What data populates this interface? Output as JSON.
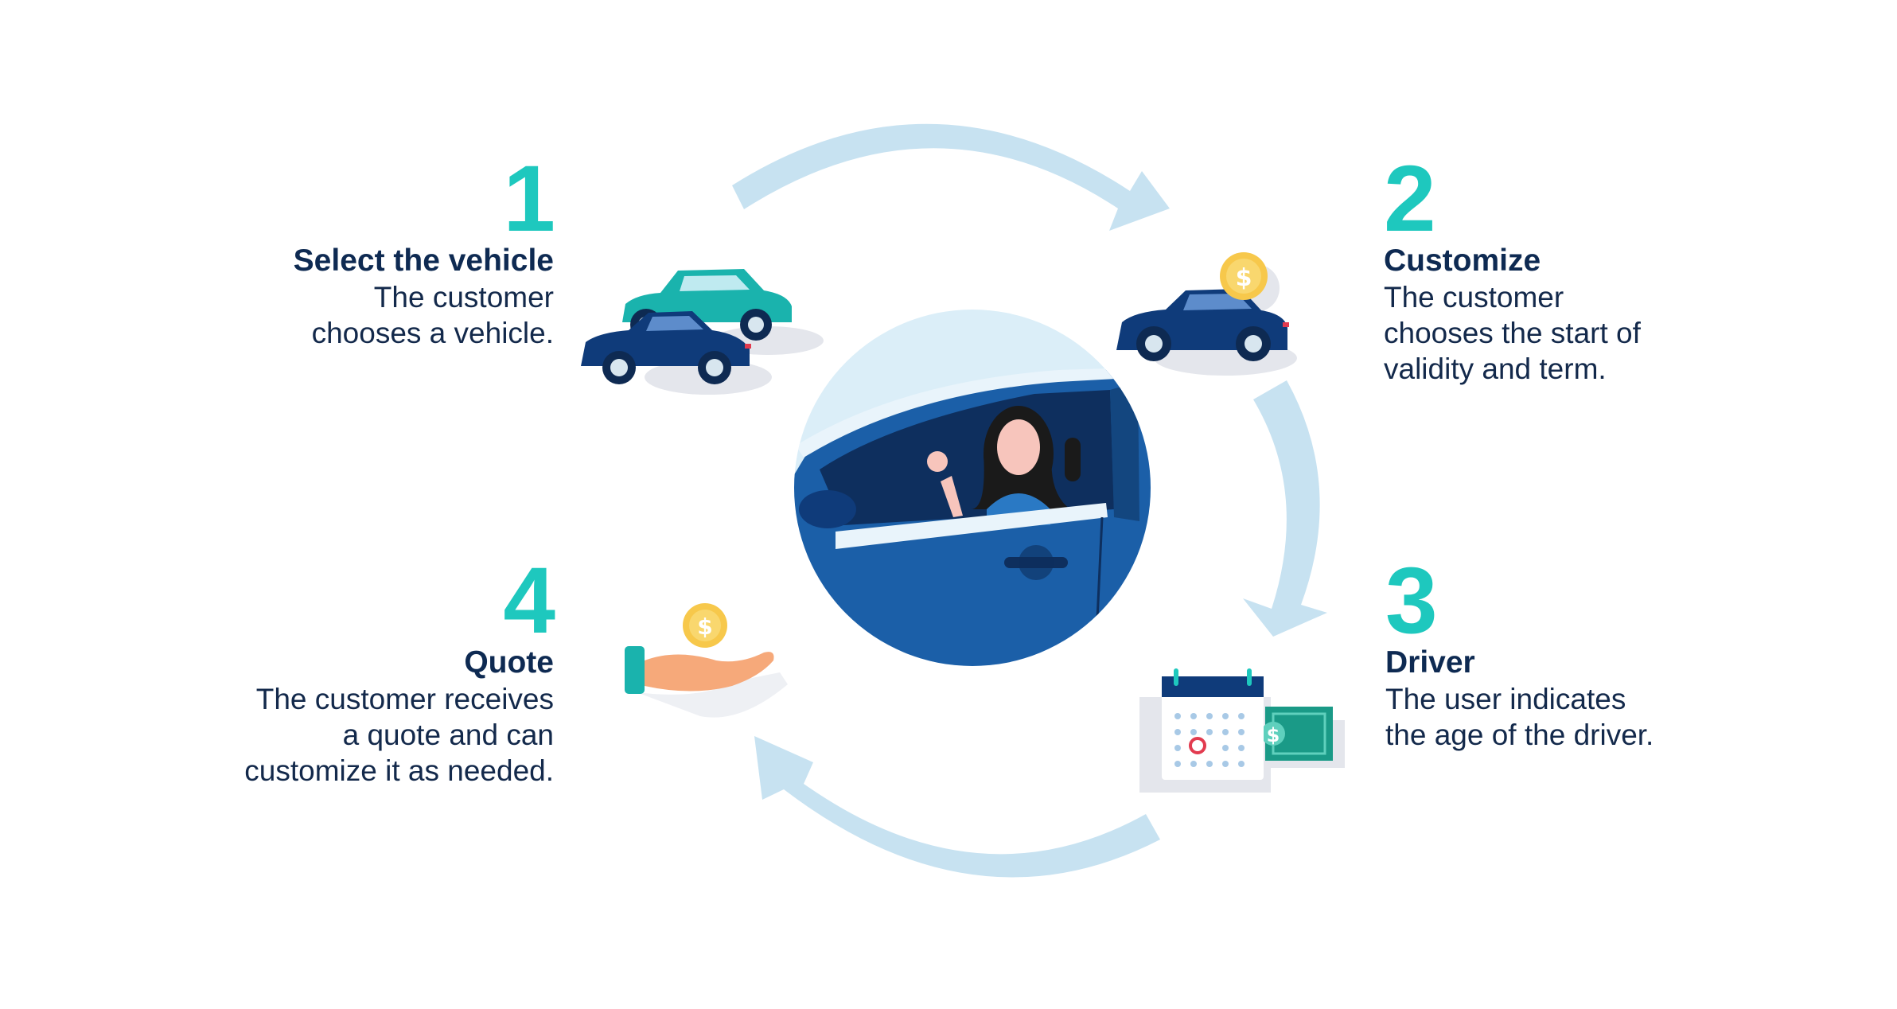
{
  "steps": [
    {
      "number": "1",
      "title": "Select the vehicle",
      "description": "The customer\nchooses a vehicle."
    },
    {
      "number": "2",
      "title": "Customize",
      "description": "The customer\nchooses the start of\nvalidity and term."
    },
    {
      "number": "3",
      "title": "Driver",
      "description": "The user indicates\nthe age of the driver."
    },
    {
      "number": "4",
      "title": "Quote",
      "description": "The customer receives\na quote and can\ncustomize it as needed."
    }
  ],
  "icons": {
    "center": "woman-driver-waving-illustration",
    "step1": "two-cars-icon",
    "step2": "car-with-dollar-coin-icon",
    "step3": "calendar-and-banknote-icon",
    "step4": "hand-with-dollar-coin-icon"
  },
  "colors": {
    "accent": "#1ec8be",
    "title": "#0e2a52",
    "text": "#13294b",
    "cycle_arrows": "#c7e2f1",
    "car_blue": "#0f3b7a",
    "circle_bg": "#dbeef8"
  }
}
